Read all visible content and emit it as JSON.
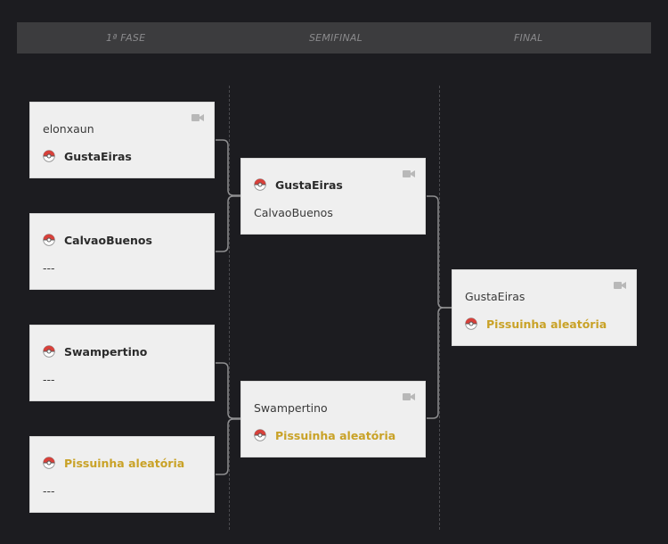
{
  "header": {
    "round1": "1ª FASE",
    "round2": "SEMIFINAL",
    "round3": "FINAL"
  },
  "matches": {
    "r1m1": {
      "p1": "elonxaun",
      "p2": "GustaEiras"
    },
    "r1m2": {
      "p1": "CalvaoBuenos",
      "p2": "---"
    },
    "r1m3": {
      "p1": "Swampertino",
      "p2": "---"
    },
    "r1m4": {
      "p1": "Pissuinha aleatória",
      "p2": "---"
    },
    "r2m1": {
      "p1": "GustaEiras",
      "p2": "CalvaoBuenos"
    },
    "r2m2": {
      "p1": "Swampertino",
      "p2": "Pissuinha aleatória"
    },
    "final": {
      "p1": "GustaEiras",
      "p2": "Pissuinha aleatória"
    }
  },
  "icons": {
    "winner": "pokeball-icon",
    "video": "video-camera-icon"
  },
  "colors": {
    "background": "#1c1c20",
    "header": "#3c3c3e",
    "card": "#efefef",
    "highlight": "#c9a227",
    "connector": "#8e8e90"
  }
}
